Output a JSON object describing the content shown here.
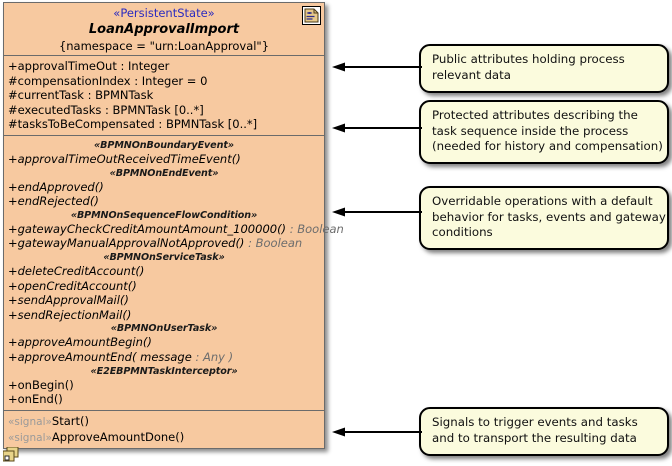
{
  "uml_class": {
    "stereotype": "«PersistentState»",
    "name": "LoanApprovalImport",
    "namespace_tag": "{namespace = \"urn:LoanApproval\"}",
    "header_icon": "class-document-icon",
    "corner_icon": "component-stack-icon",
    "attributes": [
      {
        "text": "+approvalTimeOut : Integer",
        "visibility": "+",
        "name": "approvalTimeOut",
        "type": "Integer"
      },
      {
        "text": "#compensationIndex : Integer = 0",
        "visibility": "#",
        "name": "compensationIndex",
        "type": "Integer",
        "default": "0"
      },
      {
        "text": "#currentTask : BPMNTask",
        "visibility": "#",
        "name": "currentTask",
        "type": "BPMNTask"
      },
      {
        "text": "#executedTasks : BPMNTask [0..*]",
        "visibility": "#",
        "name": "executedTasks",
        "type": "BPMNTask [0..*]"
      },
      {
        "text": "#tasksToBeCompensated : BPMNTask [0..*]",
        "visibility": "#",
        "name": "tasksToBeCompensated",
        "type": "BPMNTask [0..*]"
      }
    ],
    "operation_groups": [
      {
        "stereotype": "«BPMNOnBoundaryEvent»",
        "operations": [
          {
            "sig": "+approvalTimeOutReceivedTimeEvent()",
            "ret": "",
            "abstract": true
          }
        ]
      },
      {
        "stereotype": "«BPMNOnEndEvent»",
        "operations": [
          {
            "sig": "+endApproved()",
            "ret": "",
            "abstract": true
          },
          {
            "sig": "+endRejected()",
            "ret": "",
            "abstract": true
          }
        ]
      },
      {
        "stereotype": "«BPMNOnSequenceFlowCondition»",
        "operations": [
          {
            "sig": "+gatewayCheckCreditAmountAmount_100000()",
            "ret": " : Boolean",
            "abstract": true
          },
          {
            "sig": "+gatewayManualApprovalNotApproved()",
            "ret": " : Boolean",
            "abstract": true
          }
        ]
      },
      {
        "stereotype": "«BPMNOnServiceTask»",
        "operations": [
          {
            "sig": "+deleteCreditAccount()",
            "ret": "",
            "abstract": true
          },
          {
            "sig": "+openCreditAccount()",
            "ret": "",
            "abstract": true
          },
          {
            "sig": "+sendApprovalMail()",
            "ret": "",
            "abstract": true
          },
          {
            "sig": "+sendRejectionMail()",
            "ret": "",
            "abstract": true
          }
        ]
      },
      {
        "stereotype": "«BPMNOnUserTask»",
        "operations": [
          {
            "sig": "+approveAmountBegin()",
            "ret": "",
            "abstract": true
          },
          {
            "sig": "+approveAmountEnd( message",
            "ret": " : Any )",
            "abstract": true
          }
        ]
      },
      {
        "stereotype": "«E2EBPMNTaskInterceptor»",
        "operations": [
          {
            "sig": "+onBegin()",
            "ret": "",
            "abstract": false
          },
          {
            "sig": "+onEnd()",
            "ret": "",
            "abstract": false
          }
        ]
      }
    ],
    "signals": [
      {
        "stereotype": "«signal»",
        "name": "Start()"
      },
      {
        "stereotype": "«signal»",
        "name": "ApproveAmountDone()"
      }
    ]
  },
  "notes": [
    {
      "id": "note-public-attributes",
      "lines": [
        "Public attributes holding process",
        "relevant data"
      ]
    },
    {
      "id": "note-protected-attributes",
      "lines": [
        "Protected attributes describing the",
        "task sequence inside the process",
        "(needed for history and compensation)"
      ]
    },
    {
      "id": "note-overridable-operations",
      "lines": [
        "Overridable operations with a default",
        "behavior for tasks, events and gateway",
        "conditions"
      ]
    },
    {
      "id": "note-signals",
      "lines": [
        "Signals to trigger events and tasks",
        "and to transport the resulting data"
      ]
    }
  ],
  "connectors": [
    {
      "id": "arrow-to-public-attributes"
    },
    {
      "id": "arrow-to-protected-attributes"
    },
    {
      "id": "arrow-to-operations"
    },
    {
      "id": "arrow-to-signals"
    }
  ],
  "colors": {
    "class_fill": "#f7c9a0",
    "class_border": "#6b6b6b",
    "note_fill": "#fbfbdd",
    "note_border": "#000000",
    "stereotype_blue": "#2b2bc0",
    "type_gray": "#6d6d6d",
    "signal_gray": "#9a9a9a"
  }
}
